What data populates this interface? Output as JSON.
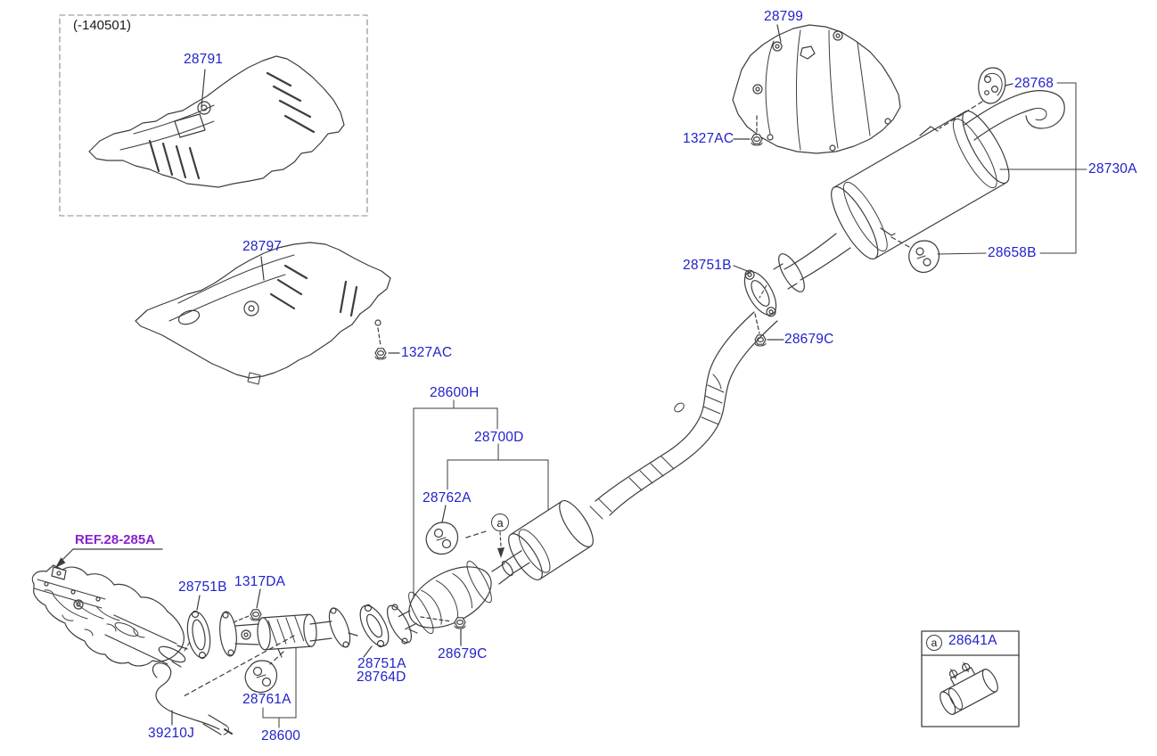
{
  "colors": {
    "part_label": "#2222cc",
    "reference_label": "#8822cc",
    "line_art": "#3d3d3d",
    "inset_note": "#1a1a1a",
    "background": "#ffffff"
  },
  "inset": {
    "note": "(-140501)"
  },
  "labels": {
    "p28791": "28791",
    "p28797": "28797",
    "p28799": "28799",
    "p1327ac": "1327AC",
    "p28768": "28768",
    "p28730a": "28730A",
    "p28658b": "28658B",
    "p28751b": "28751B",
    "p28679c": "28679C",
    "p28600h": "28600H",
    "p28700d": "28700D",
    "p28762a": "28762A",
    "p1317da": "1317DA",
    "p28751a": "28751A",
    "p28764d": "28764D",
    "p28761a": "28761A",
    "p39210j": "39210J",
    "p28600": "28600"
  },
  "reference": {
    "text": "REF.28-285A"
  },
  "callout": {
    "marker": "a"
  },
  "legend": {
    "marker": "a",
    "part_number": "28641A"
  }
}
